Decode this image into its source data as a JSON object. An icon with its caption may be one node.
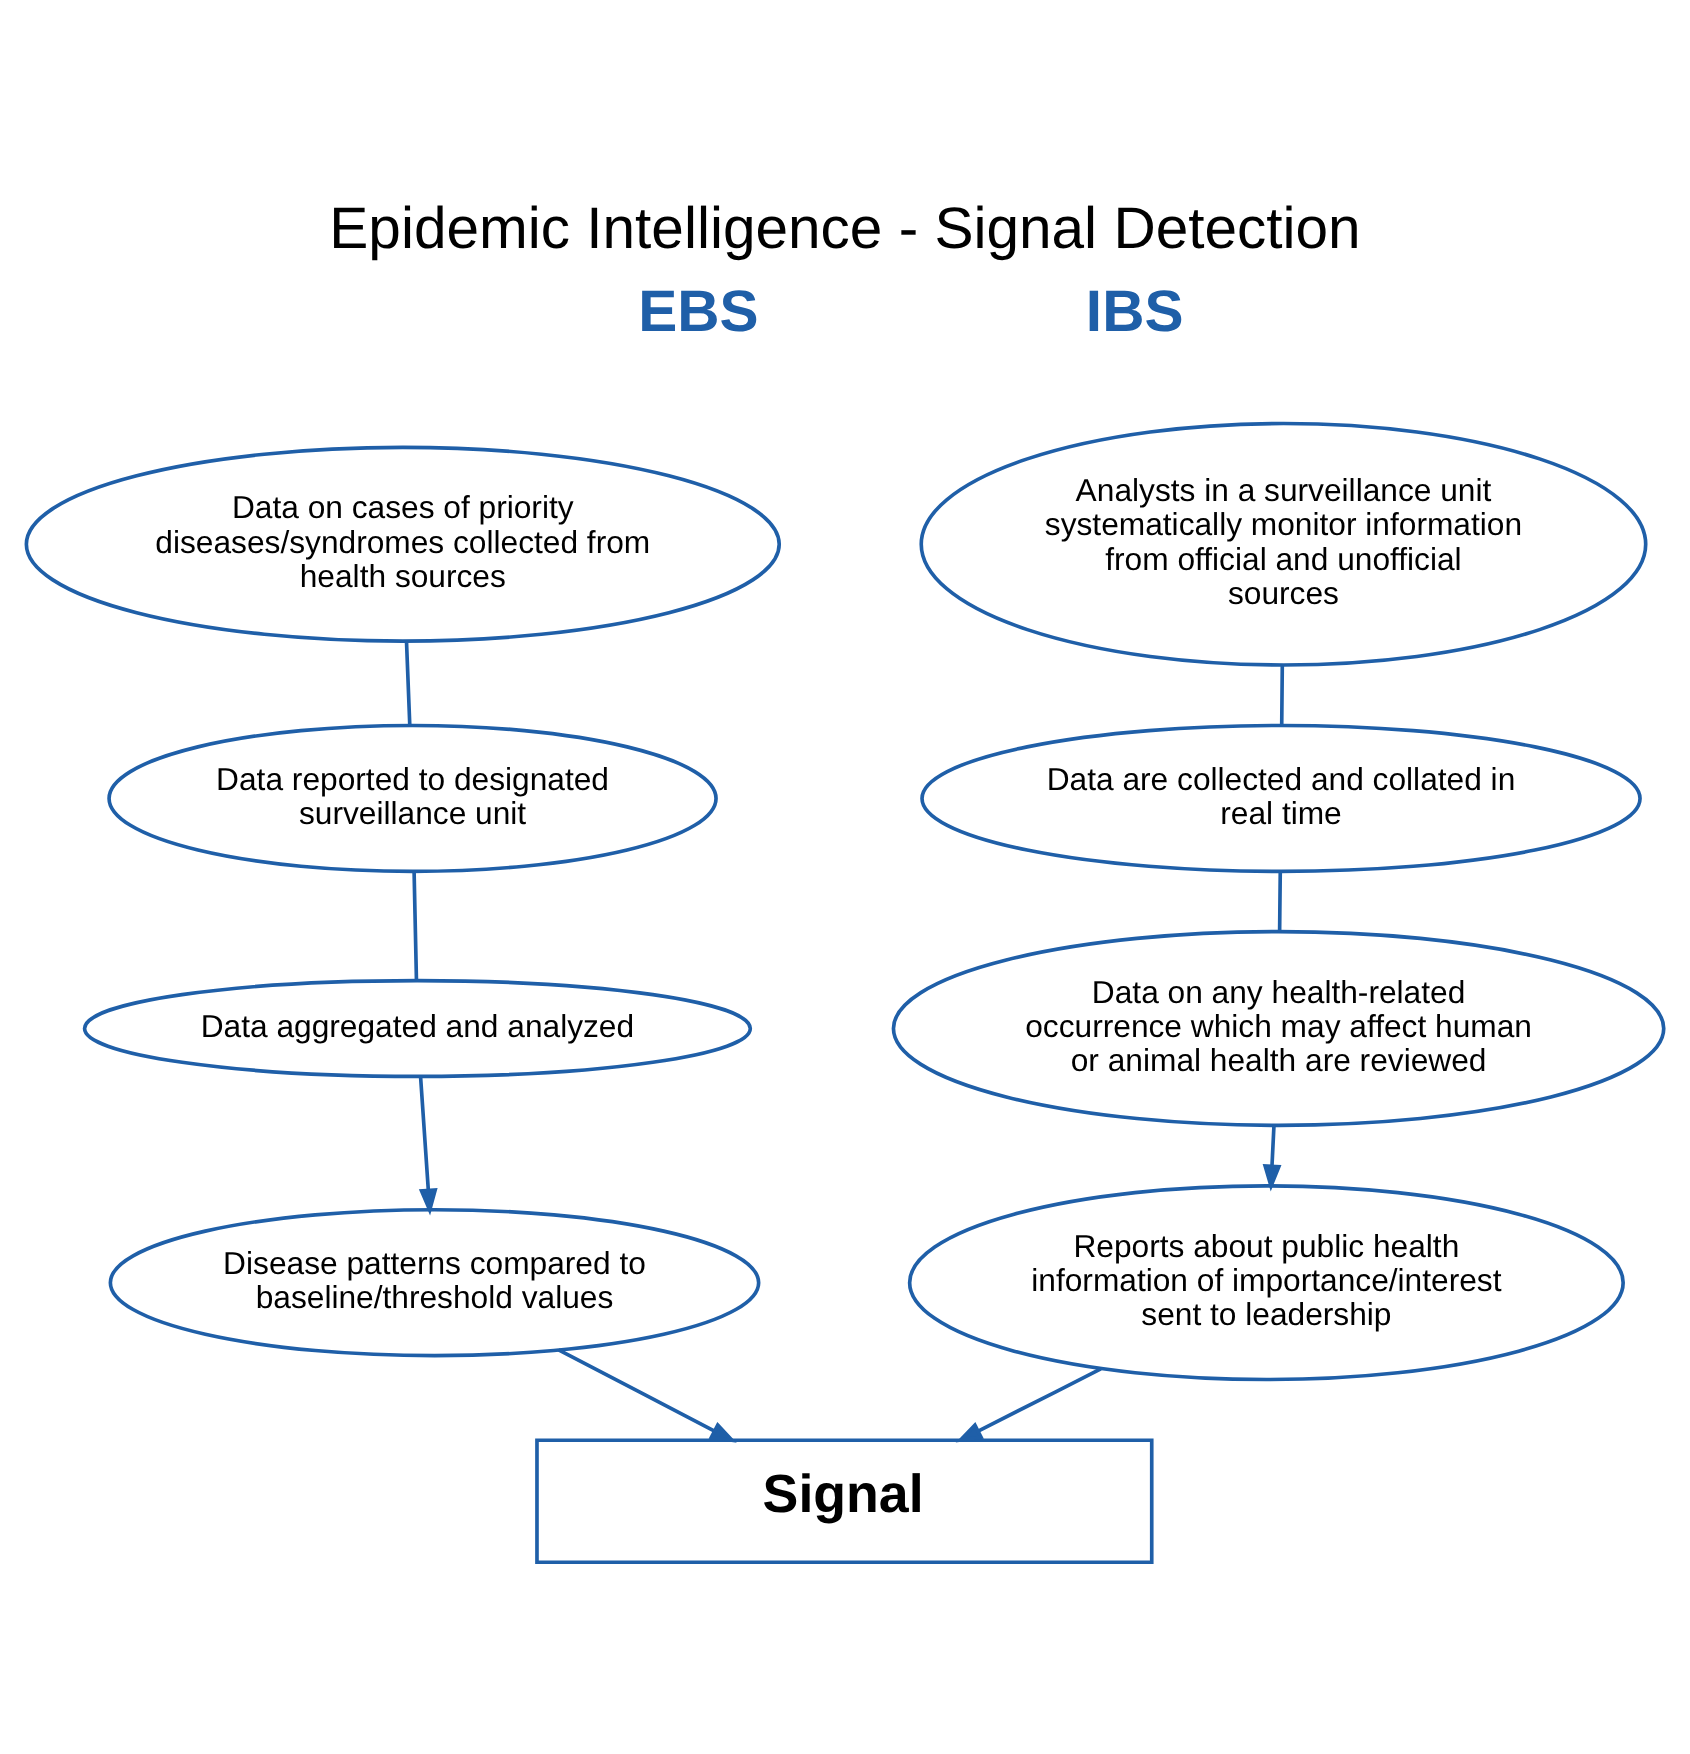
{
  "diagram": {
    "title": "Epidemic Intelligence - Signal Detection",
    "nodes": [
      {
        "text": [
          "Data on cases of priority diseases/syndromes collected from health sources"
        ]
      },
      {
        "text": [
          "Data reported to designated surveillance unit"
        ]
      },
      {
        "text": [
          "Data aggregated and analyzed"
        ]
      },
      {
        "text": [
          "Disease patterns compared to baseline/threshold values"
        ]
      },
      {
        "text": [
          "Analysts in a surveillance unit systematically monitor information from official and unofficial sources"
        ]
      },
      {
        "text": [
          "Data are collected and collated in real time"
        ]
      },
      {
        "text": [
          "Data on any health-related occurrence which may affect human or animal health are reviewed"
        ]
      },
      {
        "text": [
          "Reports about public health information of importance/interest sent to leadership"
        ]
      },
      {
        "text": [
          "Signal"
        ]
      }
    ],
    "edges": [
      {
        "from": 0,
        "to": 1,
        "arrow": "none"
      },
      {
        "from": 1,
        "to": 2,
        "arrow": "none"
      },
      {
        "from": 2,
        "to": 3,
        "arrow": "to"
      },
      {
        "from": 3,
        "to": 8,
        "arrow": "to"
      },
      {
        "from": 4,
        "to": 5,
        "arrow": "none"
      },
      {
        "from": 5,
        "to": 6,
        "arrow": "none"
      },
      {
        "from": 6,
        "to": 7,
        "arrow": "to"
      },
      {
        "from": 7,
        "to": 8,
        "arrow": "to"
      }
    ],
    "labels": [
      "EBS",
      "IBS"
    ]
  }
}
